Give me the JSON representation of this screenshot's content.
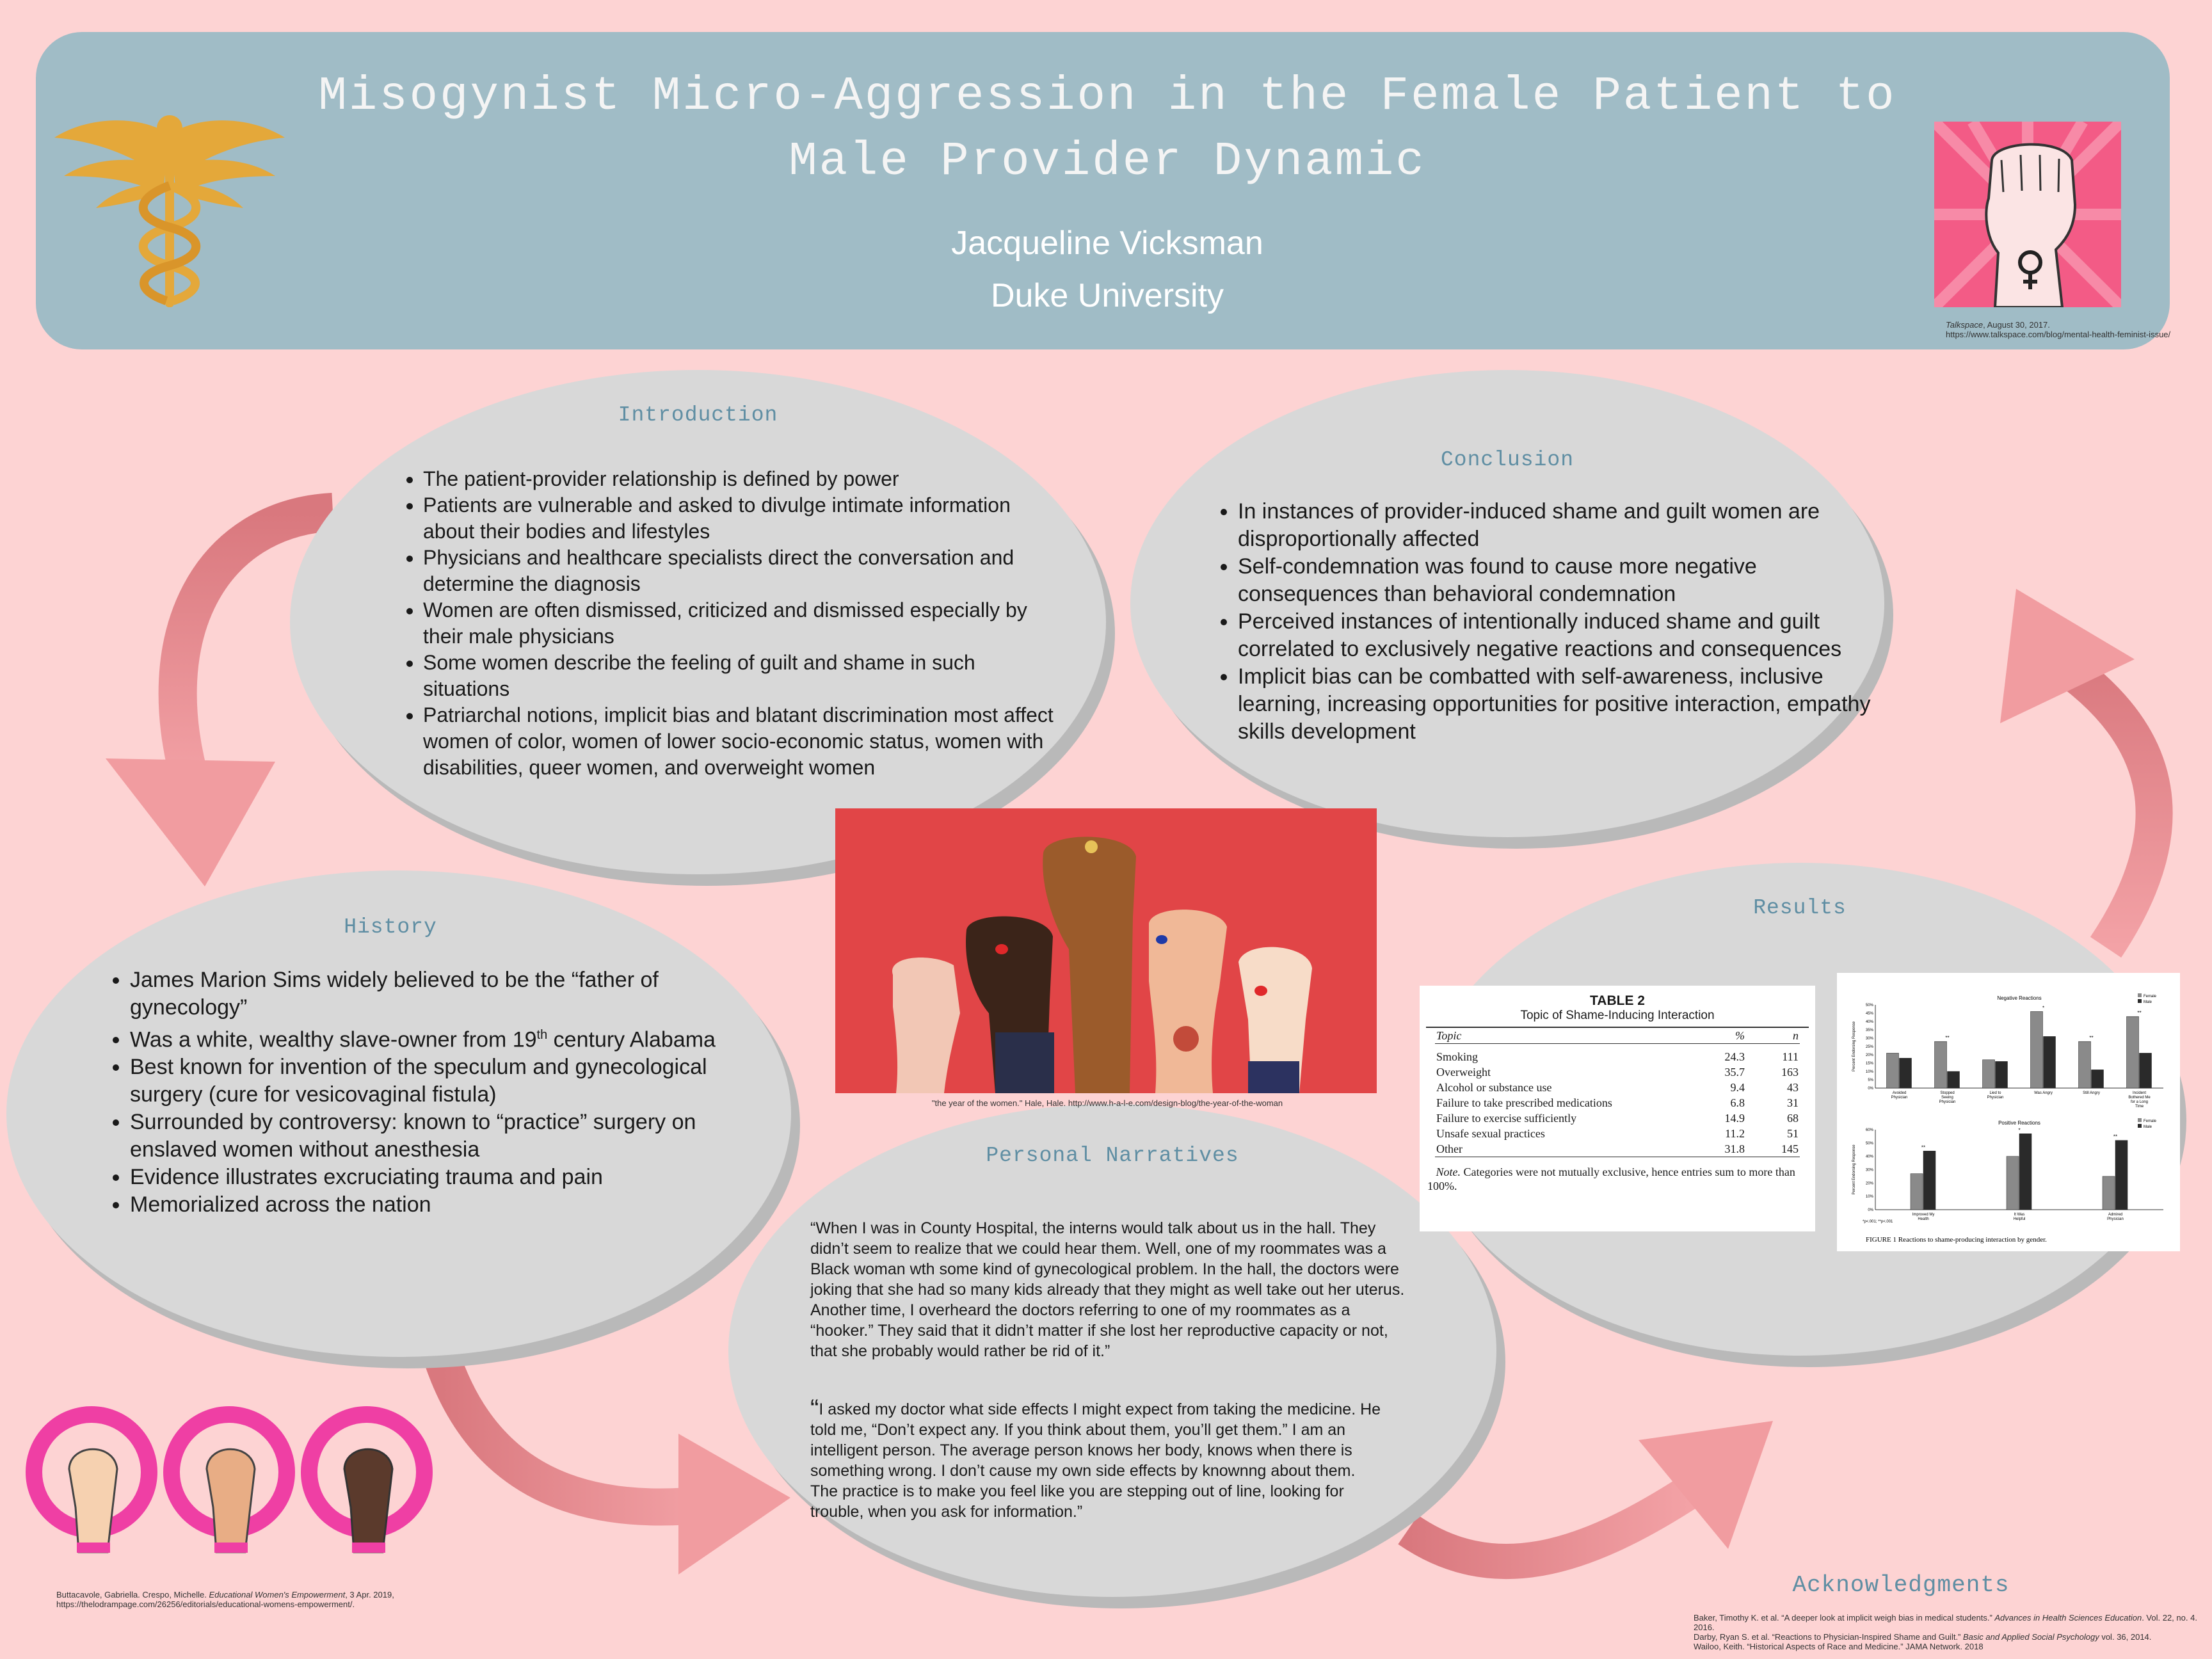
{
  "header": {
    "title_line1": "Misogynist Micro-Aggression in the Female Patient to",
    "title_line2": "Male Provider Dynamic",
    "author": "Jacqueline Vicksman",
    "affiliation": "Duke University",
    "image_credit_source": "Talkspace",
    "image_credit_rest": ", August 30, 2017.",
    "image_credit_url": "https://www.talkspace.com/blog/mental-health-feminist-issue/"
  },
  "introduction": {
    "title": "Introduction",
    "bullets": [
      "The patient-provider relationship is defined by power",
      "Patients are vulnerable and asked to divulge intimate information about their bodies and lifestyles",
      "Physicians and healthcare specialists direct the conversation and determine the diagnosis",
      "Women are often dismissed, criticized and dismissed especially by their male physicians",
      "Some women describe the feeling of guilt and shame in such situations",
      "Patriarchal notions, implicit bias and blatant discrimination most affect women of color, women of lower socio-economic status, women with disabilities, queer women, and overweight women"
    ]
  },
  "conclusion": {
    "title": "Conclusion",
    "bullets": [
      "In instances of provider-induced shame and guilt women are disproportionally affected",
      "Self-condemnation was found to cause more negative consequences than behavioral condemnation",
      "Perceived instances of intentionally induced shame and guilt correlated to exclusively negative reactions and consequences",
      "Implicit bias can be combatted with self-awareness, inclusive learning, increasing opportunities for positive interaction, empathy skills development"
    ]
  },
  "history": {
    "title": "History",
    "b1": "James Marion Sims widely believed to be the “father of gynecology”",
    "b2_pre": "Was a white, wealthy slave-owner from 19",
    "b2_sup": "th",
    "b2_post": " century Alabama",
    "b3": "Best known for invention of the speculum and gynecological surgery (cure for vesicovaginal fistula)",
    "b4": "Surrounded by controversy: known to “practice” surgery on enslaved women without anesthesia",
    "b5": "Evidence illustrates excruciating trauma and pain",
    "b6": "Memorialized across the nation"
  },
  "center_image": {
    "caption": "\"the year of the women.\" Hale, Hale. http://www.h-a-l-e.com/design-blog/the-year-of-the-woman"
  },
  "narratives": {
    "title": "Personal Narratives",
    "quote1": "“When I was in County Hospital, the interns would talk about us in the hall. They didn’t seem to realize that we could hear them. Well, one of my roommates was a Black woman wth some kind of gynecological problem. In the hall, the doctors were joking that she had so many kids already that they might as well take out her uterus. Another time, I overheard the doctors referring to one of my roommates as a “hooker.” They said that it didn’t matter if she lost her reproductive capacity or not, that she probably would rather be rid of it.”",
    "quote2_open": "“",
    "quote2": "I asked my doctor what side effects I might expect from taking the medicine. He told me, “Don’t expect any. If you think about them, you’ll get them.” I am an intelligent person. The average person knows her body, knows when there is something wrong. I don’t cause my own side effects by knownng about them. The practice is to make you feel like you are stepping out of line, looking for trouble, when you ask for information.”"
  },
  "results": {
    "title": "Results",
    "table": {
      "title": "TABLE 2",
      "subtitle": "Topic of Shame-Inducing Interaction",
      "col_topic": "Topic",
      "col_pct": "%",
      "col_n": "n",
      "rows": [
        {
          "topic": "Smoking",
          "pct": "24.3",
          "n": "111"
        },
        {
          "topic": "Overweight",
          "pct": "35.7",
          "n": "163"
        },
        {
          "topic": "Alcohol or substance use",
          "pct": "9.4",
          "n": "43"
        },
        {
          "topic": "Failure to take prescribed medications",
          "pct": "6.8",
          "n": "31"
        },
        {
          "topic": "Failure to exercise sufficiently",
          "pct": "14.9",
          "n": "68"
        },
        {
          "topic": "Unsafe sexual practices",
          "pct": "11.2",
          "n": "51"
        },
        {
          "topic": "Other",
          "pct": "31.8",
          "n": "145"
        }
      ],
      "note_label": "Note.",
      "note": " Categories were not mutually exclusive, hence entries sum to more than 100%."
    },
    "figure": {
      "caption": "FIGURE 1   Reactions to shame-producing interaction by gender.",
      "footnote": "*p<.001; **p<.001",
      "ylabel": "Percent Endorsing Response",
      "legend": [
        "Female",
        "Male"
      ],
      "colors": {
        "female": "#8a8a8a",
        "male": "#2a2a2a"
      },
      "negative_title": "Negative Reactions",
      "negative_categories": [
        "Avoided Physician",
        "Stopped Seeing Physician",
        "Lied to Physician",
        "Was Angry",
        "Still Angry",
        "Incident Bothered Me for a Long Time"
      ],
      "negative_sig": [
        "",
        "**",
        "",
        "*",
        "**",
        "**"
      ],
      "positive_title": "Positive Reactions",
      "positive_categories": [
        "Improved My Health",
        "It Was Helpful",
        "Admired Physician"
      ],
      "positive_sig": [
        "**",
        "*",
        "**"
      ],
      "yticks_negative": [
        "50%",
        "45%",
        "40%",
        "35%",
        "30%",
        "25%",
        "20%",
        "15%",
        "10%",
        "5%",
        "0%"
      ],
      "yticks_positive": [
        "60%",
        "50%",
        "40%",
        "30%",
        "20%",
        "10%",
        "0%"
      ]
    },
    "chart_data": [
      {
        "type": "bar",
        "title": "Negative Reactions",
        "ylabel": "Percent Endorsing Response",
        "ylim": [
          0,
          50
        ],
        "categories": [
          "Avoided Physician",
          "Stopped Seeing Physician",
          "Lied to Physician",
          "Was Angry",
          "Still Angry",
          "Incident Bothered Me for a Long Time"
        ],
        "series": [
          {
            "name": "Female",
            "values": [
              21,
              28,
              17,
              46,
              28,
              43
            ]
          },
          {
            "name": "Male",
            "values": [
              18,
              10,
              16,
              31,
              11,
              21
            ]
          }
        ],
        "legend": "top-right"
      },
      {
        "type": "bar",
        "title": "Positive Reactions",
        "ylabel": "Percent Endorsing Response",
        "ylim": [
          0,
          60
        ],
        "categories": [
          "Improved My Health",
          "It Was Helpful",
          "Admired Physician"
        ],
        "series": [
          {
            "name": "Female",
            "values": [
              27,
              40,
              25
            ]
          },
          {
            "name": "Male",
            "values": [
              44,
              57,
              52
            ]
          }
        ],
        "legend": "top-right"
      }
    ]
  },
  "acknowledgments": {
    "title": "Acknowledgments",
    "ref1_pre": "Baker, Timothy K. et al. “A deeper look at implicit weigh bias in medical students.” ",
    "ref1_journal": "Advances in Health Sciences Education",
    "ref1_post": ". Vol. 22, no. 4. 2016.",
    "ref2_pre": "Darby, Ryan S. et al. “Reactions to Physician-Inspired Shame and Guilt.” ",
    "ref2_journal": "Basic and Applied Social Psychology",
    "ref2_post": " vol. 36, 2014.",
    "ref3": "Wailoo, Keith. “Historical Aspects of Race and Medicine.” JAMA Network. 2018"
  },
  "bottom_left_credit": {
    "pre": "Buttacavole, Gabriella. Crespo, Michelle. ",
    "italic": "Educational Women's Empowerment",
    "post": ", 3 Apr. 2019,",
    "url": "https://thelodrampage.com/26256/editorials/educational-womens-empowerment/."
  },
  "colors": {
    "background": "#fdd3d3",
    "header": "#a0bcc6",
    "ellipse": "#d8d8d8",
    "section_title": "#5f8ea3",
    "arrow": "#f0a0a4"
  }
}
